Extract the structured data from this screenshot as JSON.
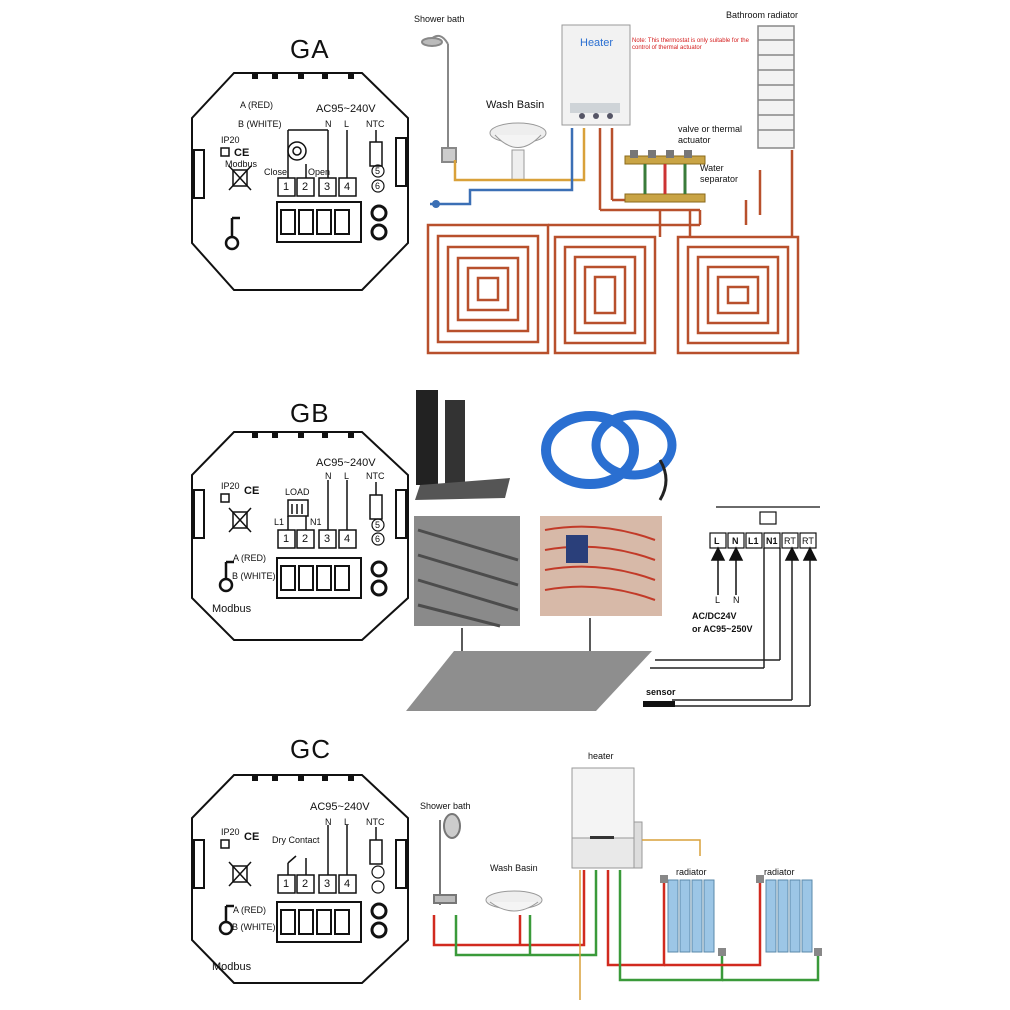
{
  "colors": {
    "pipe": "#b8502c",
    "hot": "#d9a13a",
    "cold": "#3b6fb5",
    "red_pipe": "#d12a1f",
    "green_pipe": "#3a9a3a",
    "radiator": "#9cc6e6",
    "cable_blue": "#2a6fd1",
    "note_red": "#d41c1c"
  },
  "ga": {
    "title": "GA",
    "wire_a": "A (RED)",
    "wire_b": "B (WHITE)",
    "ip": "IP20",
    "ce": "CE",
    "modbus": "Modbus",
    "voltage": "AC95~240V",
    "n": "N",
    "l": "L",
    "ntc": "NTC",
    "close": "Close",
    "open": "Open",
    "t1": "1",
    "t2": "2",
    "t3": "3",
    "t4": "4",
    "t5": "5",
    "t6": "6",
    "diagram": {
      "shower": "Shower bath",
      "basin": "Wash Basin",
      "heater": "Heater",
      "note": "Note: This thermostat is only suitable for the control of thermal actuator",
      "radiator": "Bathroom radiator",
      "valve": "valve or thermal actuator",
      "separator": "Water separator"
    }
  },
  "gb": {
    "title": "GB",
    "ip": "IP20",
    "ce": "CE",
    "voltage": "AC95~240V",
    "n": "N",
    "l": "L",
    "ntc": "NTC",
    "load": "LOAD",
    "l1": "L1",
    "n1": "N1",
    "wire_a": "A (RED)",
    "wire_b": "B (WHITE)",
    "modbus": "Modbus",
    "t1": "1",
    "t2": "2",
    "t3": "3",
    "t4": "4",
    "t5": "5",
    "t6": "6",
    "diagram": {
      "terminals": [
        "L",
        "N",
        "L1",
        "N1",
        "RT",
        "RT"
      ],
      "arrow_l": "L",
      "arrow_n": "N",
      "supply_1": "AC/DC24V",
      "supply_2": "or  AC95~250V",
      "sensor": "sensor"
    }
  },
  "gc": {
    "title": "GC",
    "voltage": "AC95~240V",
    "n": "N",
    "l": "L",
    "ntc": "NTC",
    "ip": "IP20",
    "ce": "CE",
    "dry": "Dry Contact",
    "wire_a": "A (RED)",
    "wire_b": "B (WHITE)",
    "modbus": "Modbus",
    "t1": "1",
    "t2": "2",
    "t3": "3",
    "t4": "4",
    "diagram": {
      "heater": "heater",
      "shower": "Shower bath",
      "basin": "Wash Basin",
      "radiator_1": "radiator",
      "radiator_2": "radiator"
    }
  }
}
